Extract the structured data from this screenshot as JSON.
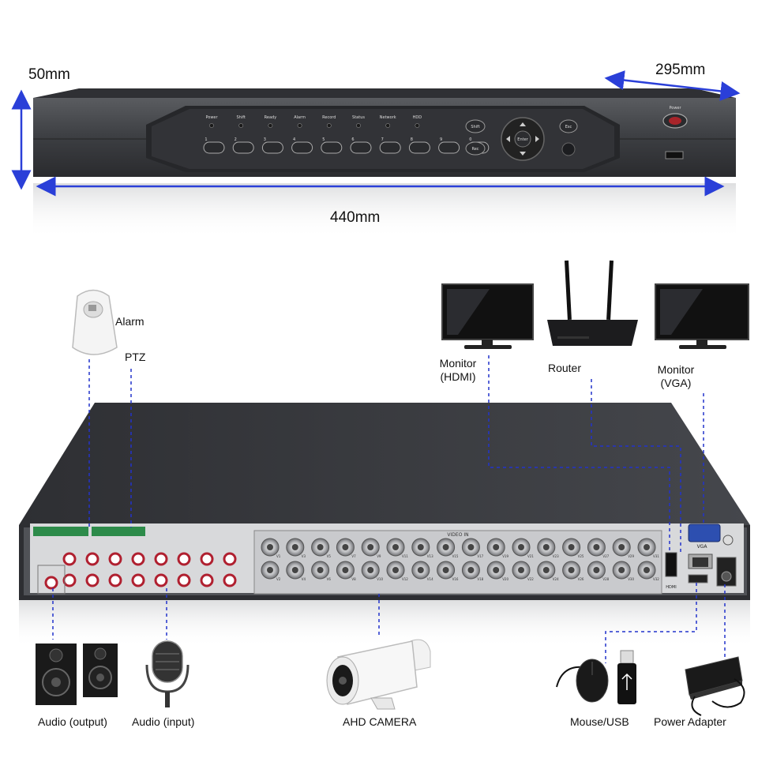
{
  "dimensions": {
    "height": "50mm",
    "depth": "295mm",
    "width": "440mm"
  },
  "front_panel": {
    "indicators": [
      "Power",
      "Shift",
      "Ready",
      "Alarm",
      "Record",
      "Status",
      "Network",
      "HDD"
    ],
    "buttons": [
      "1",
      "2",
      "3",
      "4",
      "5",
      "6",
      "7",
      "8",
      "9",
      "0"
    ],
    "shift_label": "Shift",
    "rec_label": "Rec",
    "esc_label": "Esc",
    "enter_label": "Enter",
    "power_label": "Power"
  },
  "rear_panel": {
    "video_in_label": "VIDEO IN",
    "vga_label": "VGA",
    "hdmi_label": "HDMI",
    "top_row": [
      "V1",
      "V3",
      "V5",
      "V7",
      "V9",
      "V11",
      "V13",
      "V15",
      "V17",
      "V19",
      "V21",
      "V23",
      "V25",
      "V27",
      "V29",
      "V31"
    ],
    "bottom_row": [
      "V2",
      "V4",
      "V6",
      "V8",
      "V10",
      "V12",
      "V14",
      "V16",
      "V18",
      "V20",
      "V22",
      "V24",
      "V26",
      "V28",
      "V30",
      "V32"
    ]
  },
  "peripherals": {
    "alarm": "Alarm",
    "ptz": "PTZ",
    "monitor_hdmi": [
      "Monitor",
      "(HDMI)"
    ],
    "router": "Router",
    "monitor_vga": [
      "Monitor",
      "(VGA)"
    ],
    "audio_output": "Audio (output)",
    "audio_input": "Audio (input)",
    "ahd_camera": "AHD CAMERA",
    "mouse_usb": "Mouse/USB",
    "power_adapter": "Power Adapter"
  },
  "colors": {
    "arrow": "#2a3fd8",
    "connection_line": "#2233cc",
    "chassis": "#3a3c40"
  }
}
